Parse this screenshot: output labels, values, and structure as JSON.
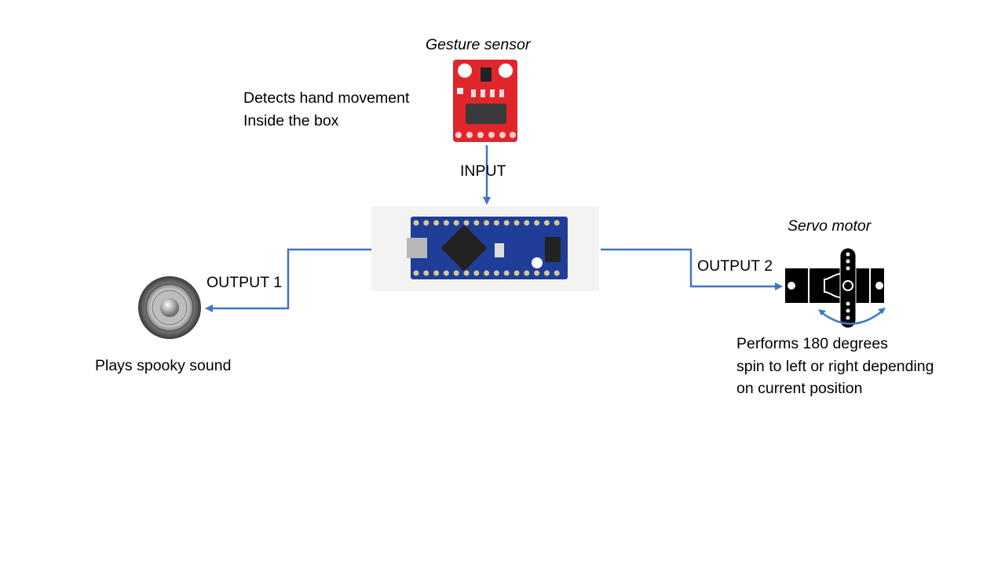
{
  "gesture_sensor": {
    "title": "Gesture sensor",
    "description_lines": [
      "Detects hand movement",
      "Inside the box"
    ],
    "arrow_label": "INPUT"
  },
  "speaker": {
    "arrow_label": "OUTPUT 1",
    "description": "Plays spooky sound"
  },
  "servo": {
    "title": "Servo motor",
    "arrow_label": "OUTPUT 2",
    "description_lines": [
      "Performs 180 degrees",
      "spin to left or right depending",
      "on current position"
    ]
  },
  "colors": {
    "arrow": "#4472C4",
    "sensor_board": "#E0262B",
    "arduino_board": "#1E3E9A"
  }
}
